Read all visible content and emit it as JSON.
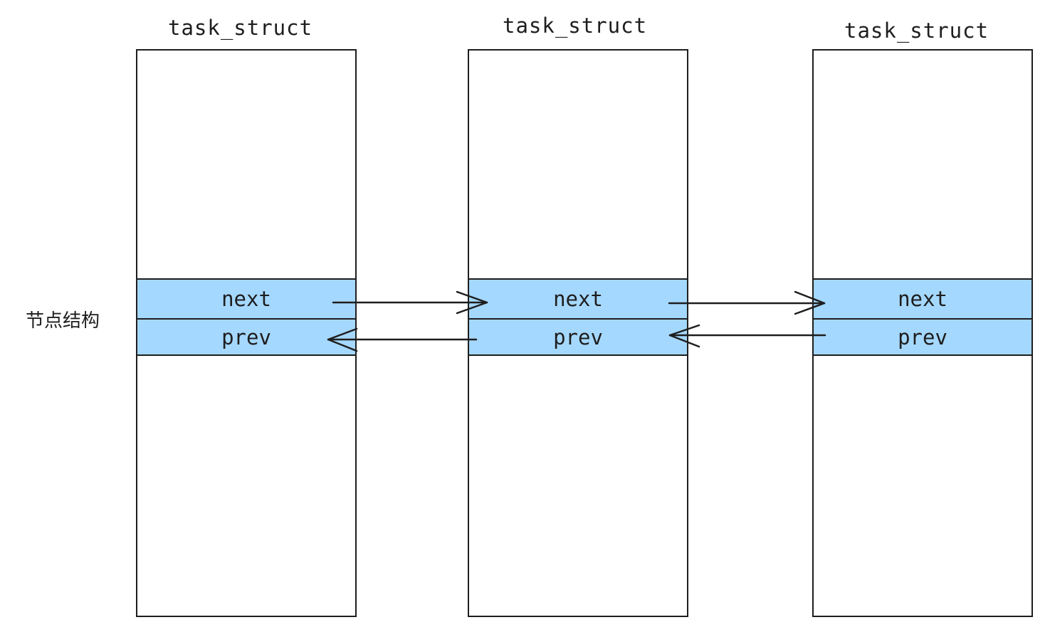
{
  "side_label": "节点结构",
  "structs": [
    {
      "title": "task_struct",
      "next_label": "next",
      "prev_label": "prev"
    },
    {
      "title": "task_struct",
      "next_label": "next",
      "prev_label": "prev"
    },
    {
      "title": "task_struct",
      "next_label": "next",
      "prev_label": "prev"
    }
  ],
  "colors": {
    "field_fill": "#a5d8ff",
    "stroke": "#1e1e1e",
    "background": "#ffffff"
  }
}
